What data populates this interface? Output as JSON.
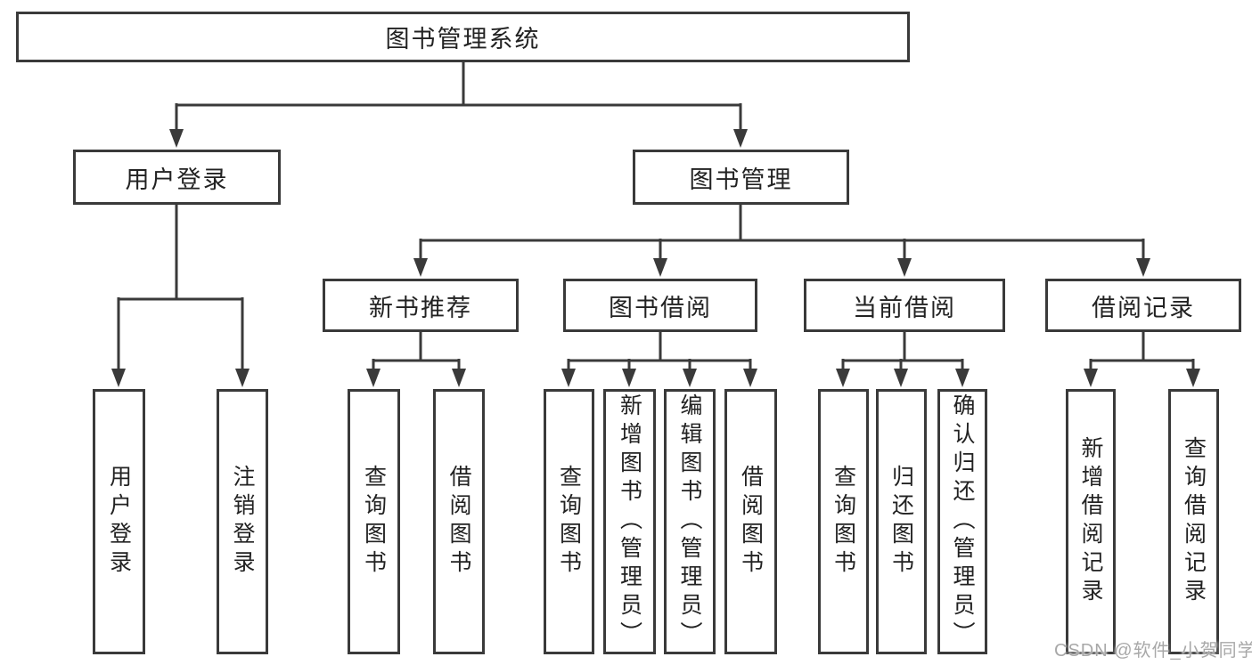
{
  "colors": {
    "background": "#ffffff",
    "line": "#3a3a3a",
    "box_border": "#3a3a3a",
    "box_fill": "#ffffff",
    "text": "#222222",
    "watermark": "#a8a8a8"
  },
  "watermark": {
    "text": "CSDN @软件_小贺同学"
  },
  "diagram": {
    "type": "tree",
    "direction": "top-down",
    "root": {
      "label": "图书管理系统",
      "children": [
        {
          "label": "用户登录",
          "children": [
            {
              "label": "用户登录"
            },
            {
              "label": "注销登录"
            }
          ]
        },
        {
          "label": "图书管理",
          "children": [
            {
              "label": "新书推荐",
              "children": [
                {
                  "label": "查询图书"
                },
                {
                  "label": "借阅图书"
                }
              ]
            },
            {
              "label": "图书借阅",
              "children": [
                {
                  "label": "查询图书"
                },
                {
                  "label": "新增图书（管理员）"
                },
                {
                  "label": "编辑图书（管理员）"
                },
                {
                  "label": "借阅图书"
                }
              ]
            },
            {
              "label": "当前借阅",
              "children": [
                {
                  "label": "查询图书"
                },
                {
                  "label": "归还图书"
                },
                {
                  "label": "确认归还（管理员）"
                }
              ]
            },
            {
              "label": "借阅记录",
              "children": [
                {
                  "label": "新增借阅记录"
                },
                {
                  "label": "查询借阅记录"
                }
              ]
            }
          ]
        }
      ]
    }
  }
}
